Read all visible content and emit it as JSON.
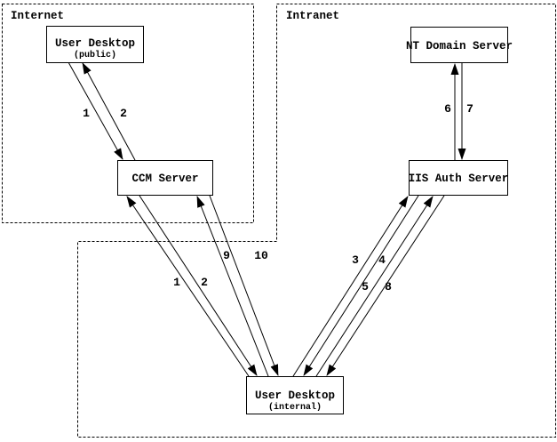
{
  "regions": {
    "internet": {
      "label": "Internet"
    },
    "intranet": {
      "label": "Intranet"
    }
  },
  "nodes": {
    "user_desktop_public": {
      "title": "User Desktop",
      "subtitle": "(public)"
    },
    "nt_domain_server": {
      "title": "NT Domain Server"
    },
    "ccm_server": {
      "title": "CCM Server"
    },
    "iis_auth_server": {
      "title": "IIS Auth Server"
    },
    "user_desktop_internal": {
      "title": "User Desktop",
      "subtitle": "(internal)"
    }
  },
  "arrow_labels": {
    "public_desktop_to_ccm": "1",
    "ccm_to_public_desktop": "2",
    "iis_to_nt_domain": "6",
    "nt_domain_to_iis": "7",
    "internal_desktop_to_ccm": "1",
    "ccm_to_internal_desktop": "2",
    "internal_desktop_to_ccm_alt": "9",
    "ccm_to_internal_desktop_alt": "10",
    "internal_desktop_to_iis": "3",
    "iis_to_internal_desktop": "4",
    "internal_desktop_to_iis_alt": "5",
    "iis_to_internal_desktop_alt": "8"
  },
  "colors": {
    "line": "#000000",
    "background": "#ffffff"
  }
}
